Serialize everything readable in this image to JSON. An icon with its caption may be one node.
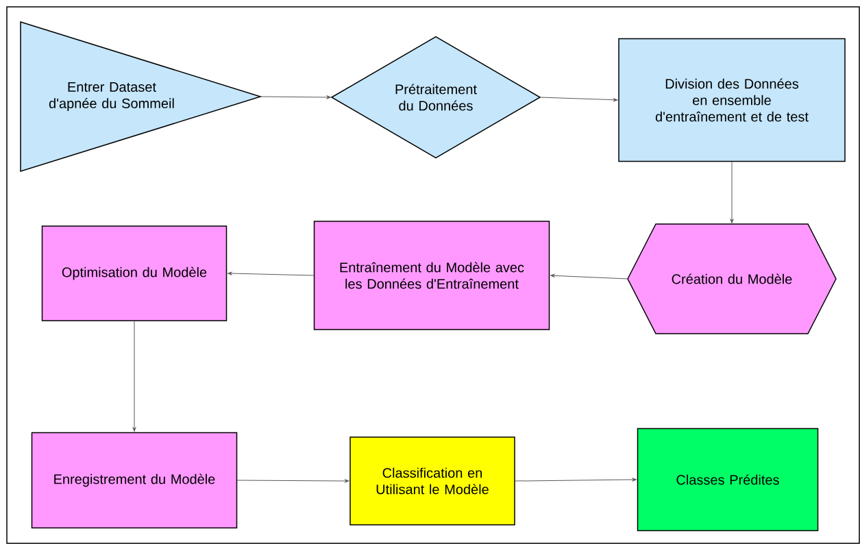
{
  "diagram": {
    "nodes": [
      {
        "text": [
          "Entrer Dataset d'apnée du Sommeil"
        ]
      },
      {
        "text": [
          "Prétraitement du Données"
        ]
      },
      {
        "text": [
          "Division des Données en ensemble d'entraînement et de test"
        ]
      },
      {
        "text": [
          "Création du Modèle"
        ]
      },
      {
        "text": [
          "Entraînement du Modèle avec les Données d'Entraînement"
        ]
      },
      {
        "text": [
          "Optimisation du Modèle"
        ]
      },
      {
        "text": [
          "Enregistrement du Modèle"
        ]
      },
      {
        "text": [
          "Classification en Utilisant le Modèle"
        ]
      },
      {
        "text": [
          "Classes Prédites"
        ]
      }
    ],
    "edges": [
      {
        "from": 0,
        "to": 1,
        "arrow": "to"
      },
      {
        "from": 1,
        "to": 2,
        "arrow": "to"
      },
      {
        "from": 2,
        "to": 3,
        "arrow": "to"
      },
      {
        "from": 3,
        "to": 4,
        "arrow": "to"
      },
      {
        "from": 4,
        "to": 5,
        "arrow": "to"
      },
      {
        "from": 5,
        "to": 6,
        "arrow": "to"
      },
      {
        "from": 6,
        "to": 7,
        "arrow": "to"
      },
      {
        "from": 7,
        "to": 8,
        "arrow": "to"
      }
    ]
  }
}
